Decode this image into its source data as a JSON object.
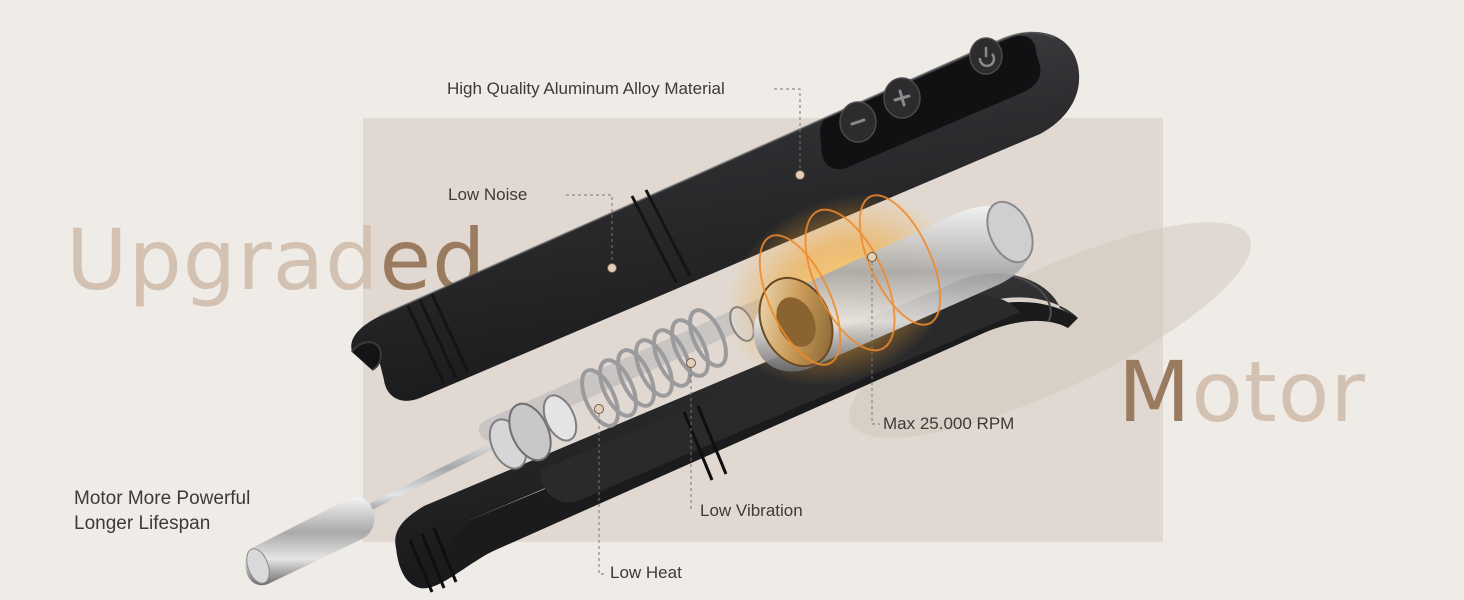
{
  "headlines": {
    "upgraded_lead": "Upgrad",
    "upgraded_accent": "ed",
    "motor_accent": "M",
    "motor_rest": "otor"
  },
  "callouts": {
    "material": "High Quality Aluminum Alloy Material",
    "low_noise": "Low Noise",
    "max_rpm": "Max 25.000 RPM",
    "low_vibration": "Low Vibration",
    "low_heat": "Low Heat",
    "motor_powerful_line1": "Motor More Powerful",
    "motor_powerful_line2": "Longer Lifespan"
  },
  "colors": {
    "background": "#efebe6",
    "panel": "#e1d9d1",
    "headline_light": "#d3c2b1",
    "headline_accent": "#9b7b5f",
    "device_body": "#2b2b2d",
    "motor_glow": "#f2a533"
  },
  "icons": {
    "power_button": "power-icon",
    "plus_button": "plus-icon",
    "minus_button": "minus-icon"
  }
}
